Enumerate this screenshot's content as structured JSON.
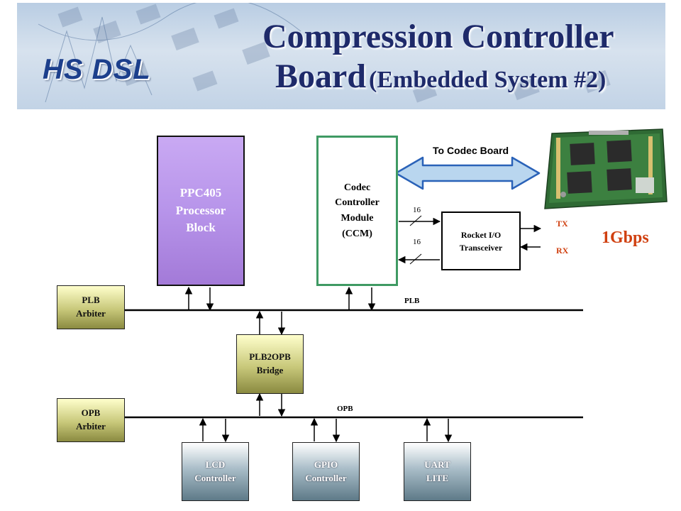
{
  "header": {
    "logo": "HS DSL",
    "title_line1": "Compression Controller",
    "title_line2_main": "Board",
    "title_line2_sub": "(Embedded System #2)"
  },
  "blocks": {
    "ppc405": "PPC405 Processor Block",
    "ccm": "Codec Controller Module (CCM)",
    "rocket_io": "Rocket I/O Transceiver",
    "plb_arbiter": "PLB Arbiter",
    "plb2opb": "PLB2OPB Bridge",
    "opb_arbiter": "OPB Arbiter",
    "lcd": "LCD Controller",
    "gpio": "GPIO Controller",
    "uart": "UART LITE"
  },
  "labels": {
    "to_codec_board": "To Codec Board",
    "bus_width_top": "16",
    "bus_width_bottom": "16",
    "tx": "TX",
    "rx": "RX",
    "speed": "1Gbps",
    "plb_bus": "PLB",
    "opb_bus": "OPB"
  },
  "colors": {
    "title": "#1e2a6a",
    "accent_orange": "#d04010",
    "ccm_border": "#3f9a63",
    "ppc_fill": "#b794ea",
    "arrow_fill": "#b9d6ef",
    "arrow_stroke": "#2a62b8"
  }
}
